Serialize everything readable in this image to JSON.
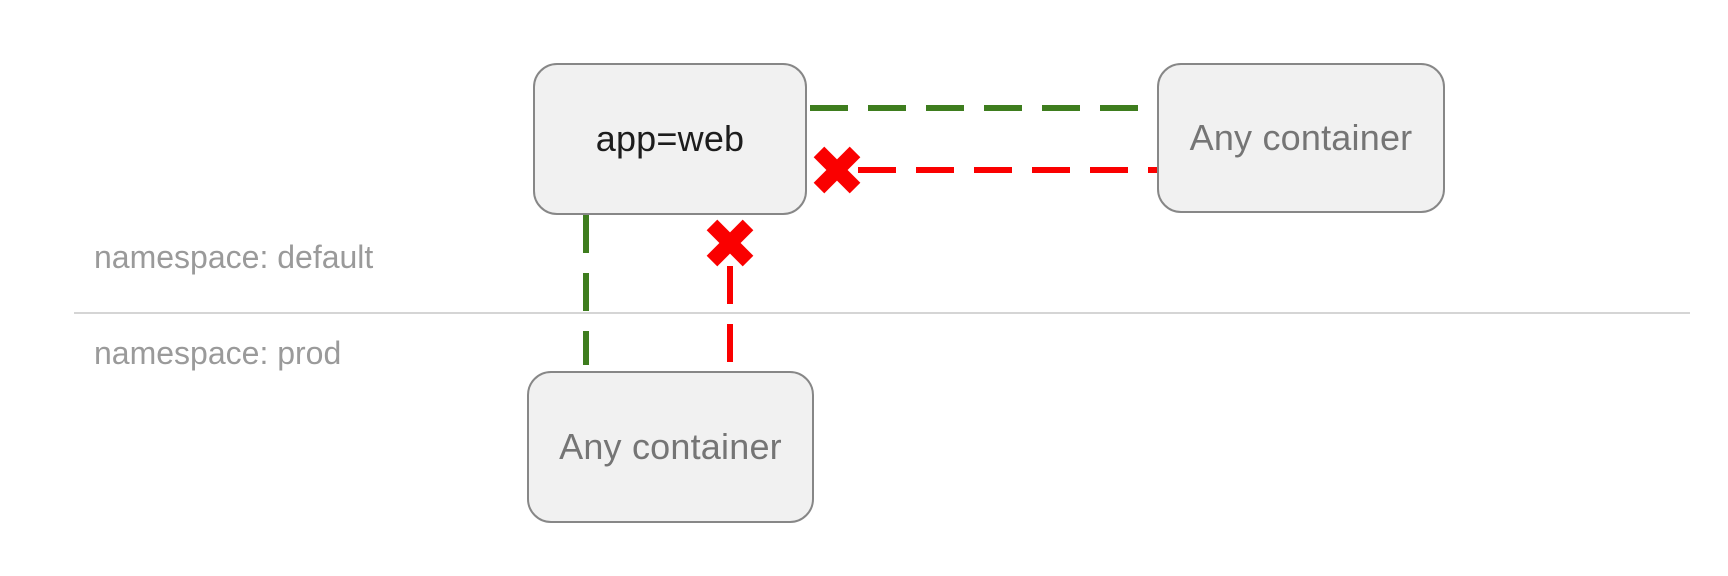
{
  "diagram": {
    "namespaces": [
      {
        "id": "default",
        "label": "namespace: default"
      },
      {
        "id": "prod",
        "label": "namespace: prod"
      }
    ],
    "nodes": [
      {
        "id": "app-web",
        "label": "app=web",
        "namespace": "default"
      },
      {
        "id": "any-container-default",
        "label": "Any container",
        "namespace": "default"
      },
      {
        "id": "any-container-prod",
        "label": "Any container",
        "namespace": "prod"
      }
    ],
    "edges": [
      {
        "from": "app-web",
        "to": "any-container-default",
        "status": "allowed",
        "style": "dashed",
        "color": "#3e7d1e"
      },
      {
        "from": "any-container-default",
        "to": "app-web",
        "status": "blocked",
        "style": "dashed",
        "color": "#fa0000",
        "blocked_marker": "x-near-app-web"
      },
      {
        "from": "app-web",
        "to": "any-container-prod",
        "status": "allowed",
        "style": "dashed",
        "color": "#3e7d1e"
      },
      {
        "from": "any-container-prod",
        "to": "app-web",
        "status": "blocked",
        "style": "dashed",
        "color": "#fa0000",
        "blocked_marker": "x-near-app-web"
      }
    ],
    "colors": {
      "allowed": "#3e7d1e",
      "blocked": "#fa0000",
      "node-fill": "#f1f1f1",
      "node-border": "#878787",
      "divider": "#d5d5d5",
      "node-text-primary": "#1d1d1d",
      "node-text-secondary": "#757575",
      "namespace-label": "#9a9a9a"
    }
  }
}
